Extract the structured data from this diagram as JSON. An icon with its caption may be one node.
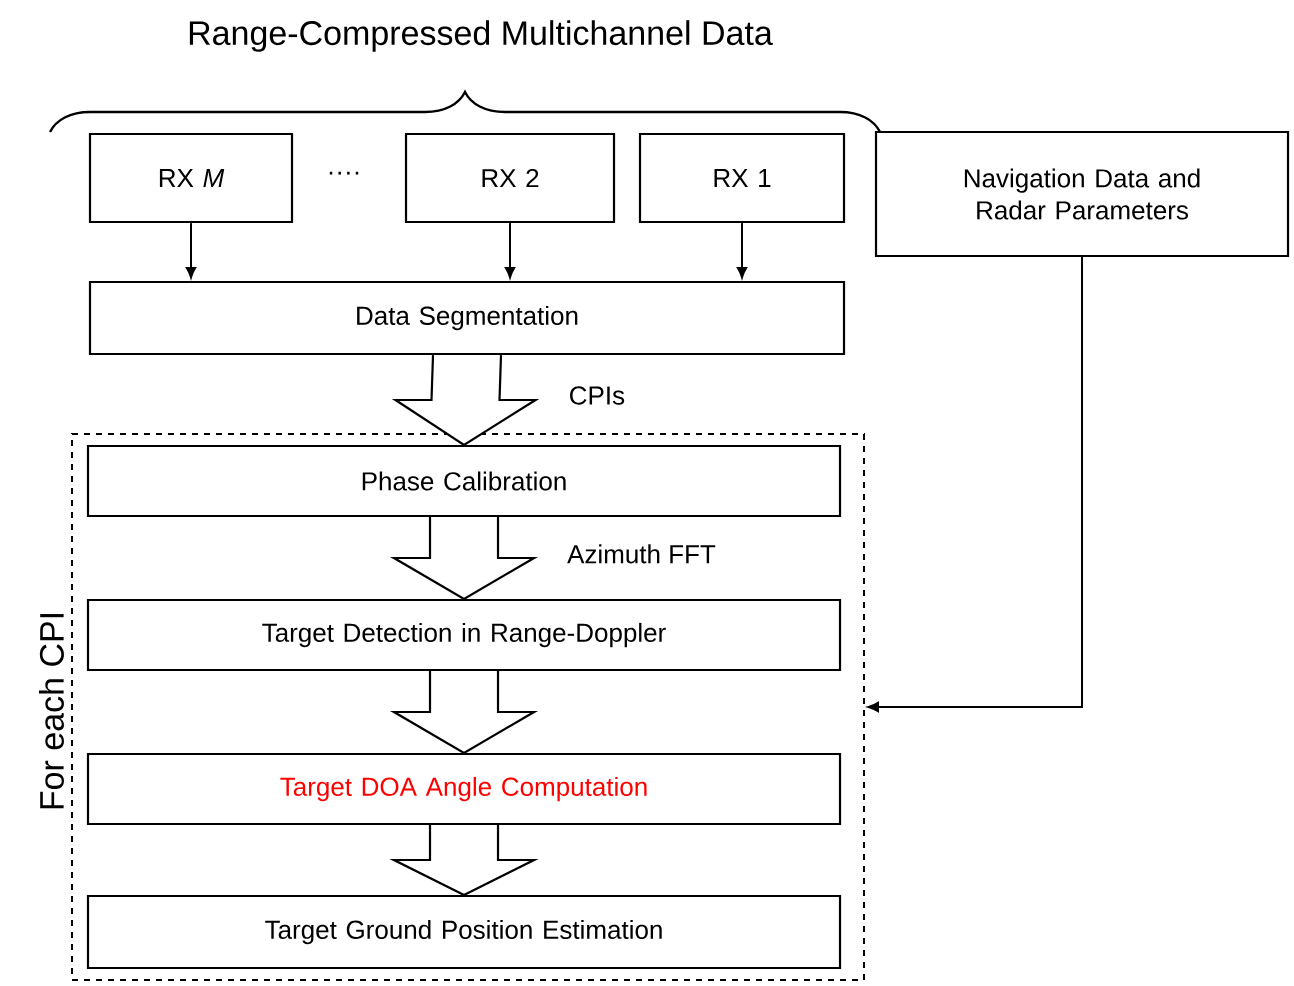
{
  "diagram": {
    "title": "Range-Compressed Multichannel Data",
    "nodes": [
      {
        "text": [
          "RX *M*"
        ]
      },
      {
        "text": [
          "RX 2"
        ]
      },
      {
        "text": [
          "RX 1"
        ]
      },
      {
        "text": [
          "Data Segmentation"
        ]
      },
      {
        "text": [
          "Navigation Data and Radar Parameters"
        ]
      },
      {
        "text": [
          "For each CPI"
        ]
      },
      {
        "text": [
          "Phase Calibration"
        ],
        "in": 5
      },
      {
        "text": [
          "Target Detection in Range-Doppler"
        ],
        "in": 5
      },
      {
        "text": [
          "Target DOA Angle Computation"
        ],
        "in": 5
      },
      {
        "text": [
          "Target Ground Position Estimation"
        ],
        "in": 5
      }
    ],
    "edges": [
      {
        "from": 0,
        "to": 3,
        "arrow": "to"
      },
      {
        "from": 1,
        "to": 3,
        "arrow": "to"
      },
      {
        "from": 2,
        "to": 3,
        "arrow": "to"
      },
      {
        "from": 3,
        "to": 6,
        "arrow": "to",
        "label": "CPIs",
        "style": "thick"
      },
      {
        "from": 6,
        "to": 7,
        "arrow": "to",
        "label": "Azimuth FFT",
        "style": "thick"
      },
      {
        "from": 7,
        "to": 8,
        "arrow": "to",
        "style": "thick"
      },
      {
        "from": 8,
        "to": 9,
        "arrow": "to",
        "style": "thick"
      },
      {
        "from": 4,
        "to": 5,
        "arrow": "to"
      }
    ],
    "labels": [
      "····"
    ]
  }
}
